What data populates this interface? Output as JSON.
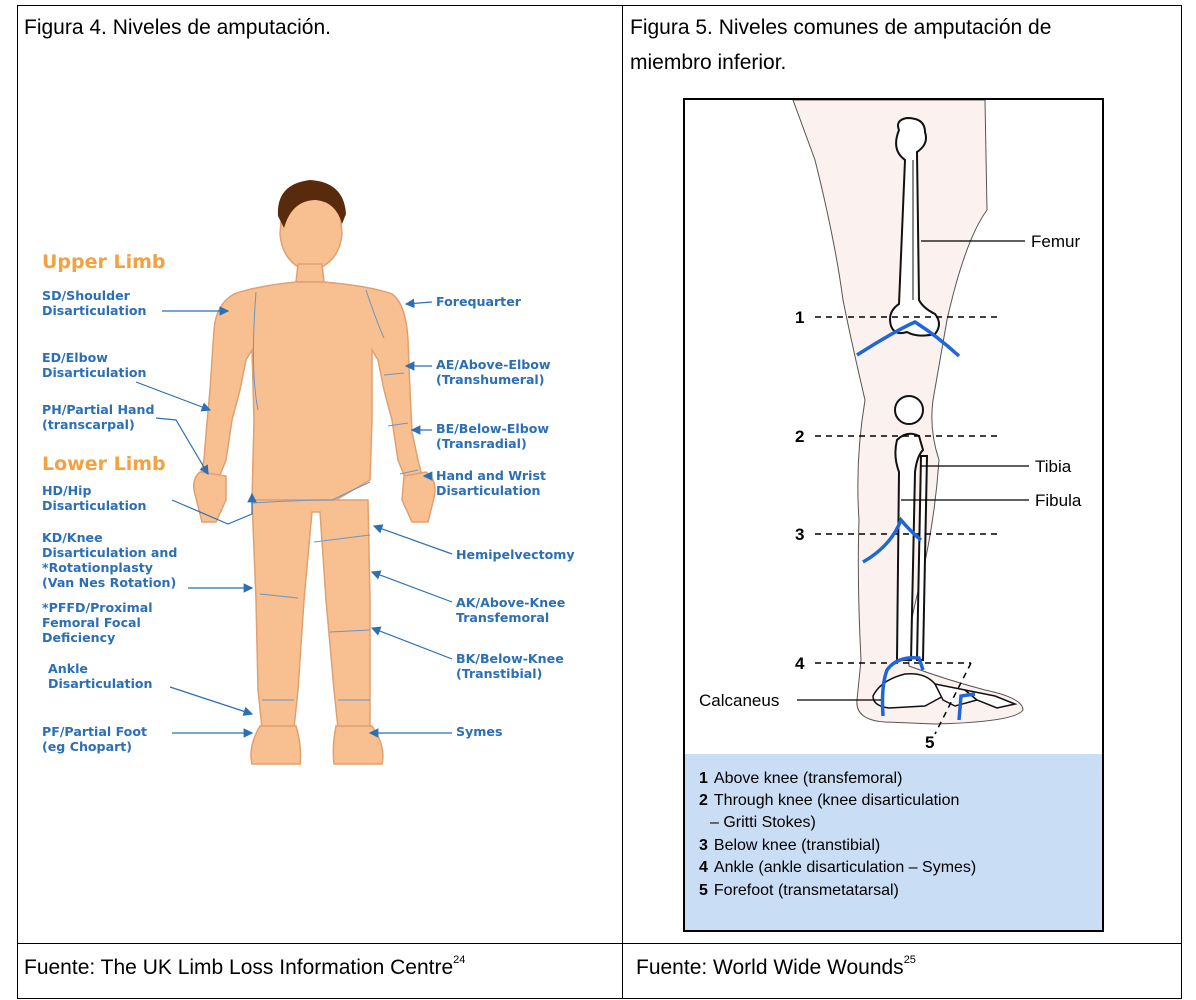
{
  "fig4": {
    "caption": "Figura 4. Niveles de amputación.",
    "source": "Fuente: The UK Limb Loss Information Centre",
    "source_ref": "24",
    "upper_heading": "Upper Limb",
    "lower_heading": "Lower Limb",
    "left_labels": [
      [
        "SD/Shoulder",
        "Disarticulation"
      ],
      [
        "ED/Elbow",
        "Disarticulation"
      ],
      [
        "PH/Partial Hand",
        "(transcarpal)"
      ],
      [
        "HD/Hip",
        "Disarticulation"
      ],
      [
        "KD/Knee",
        "Disarticulation and",
        "*Rotationplasty",
        "(Van Nes Rotation)"
      ],
      [
        "*PFFD/Proximal",
        "Femoral Focal",
        "Deficiency"
      ],
      [
        "Ankle",
        "Disarticulation"
      ],
      [
        "PF/Partial Foot",
        "(eg Chopart)"
      ]
    ],
    "right_labels": [
      [
        "Forequarter"
      ],
      [
        "AE/Above-Elbow",
        "(Transhumeral)"
      ],
      [
        "BE/Below-Elbow",
        "(Transradial)"
      ],
      [
        "Hand and Wrist",
        "Disarticulation"
      ],
      [
        "Hemipelvectomy"
      ],
      [
        "AK/Above-Knee",
        "Transfemoral"
      ],
      [
        "BK/Below-Knee",
        "(Transtibial)"
      ],
      [
        "Symes"
      ]
    ],
    "colors": {
      "skin": "#f8c090",
      "skin_line": "#e0a070",
      "hair": "#5a2a0c",
      "label": "#2b6fb5",
      "heading": "#f5a140"
    }
  },
  "fig5": {
    "caption_line1": "Figura 5. Niveles comunes de amputación de",
    "caption_line2": "miembro inferior.",
    "source": "Fuente: World Wide Wounds",
    "source_ref": "25",
    "anatomy": {
      "femur": "Femur",
      "tibia": "Tibia",
      "fibula": "Fibula",
      "calcaneus": "Calcaneus"
    },
    "levels": [
      "1",
      "2",
      "3",
      "4",
      "5"
    ],
    "legend": [
      {
        "num": "1",
        "text": "Above knee (transfemoral)"
      },
      {
        "num": "2",
        "text": "Through knee (knee disarticulation"
      },
      {
        "num": "",
        "text": "– Gritti Stokes)"
      },
      {
        "num": "3",
        "text": "Below knee (transtibial)"
      },
      {
        "num": "4",
        "text": "Ankle (ankle disarticulation – Symes)"
      },
      {
        "num": "5",
        "text": "Forefoot (transmetatarsal)"
      }
    ],
    "colors": {
      "legend_bg": "#c9ddf4",
      "cut_line": "#1f66d6"
    }
  }
}
